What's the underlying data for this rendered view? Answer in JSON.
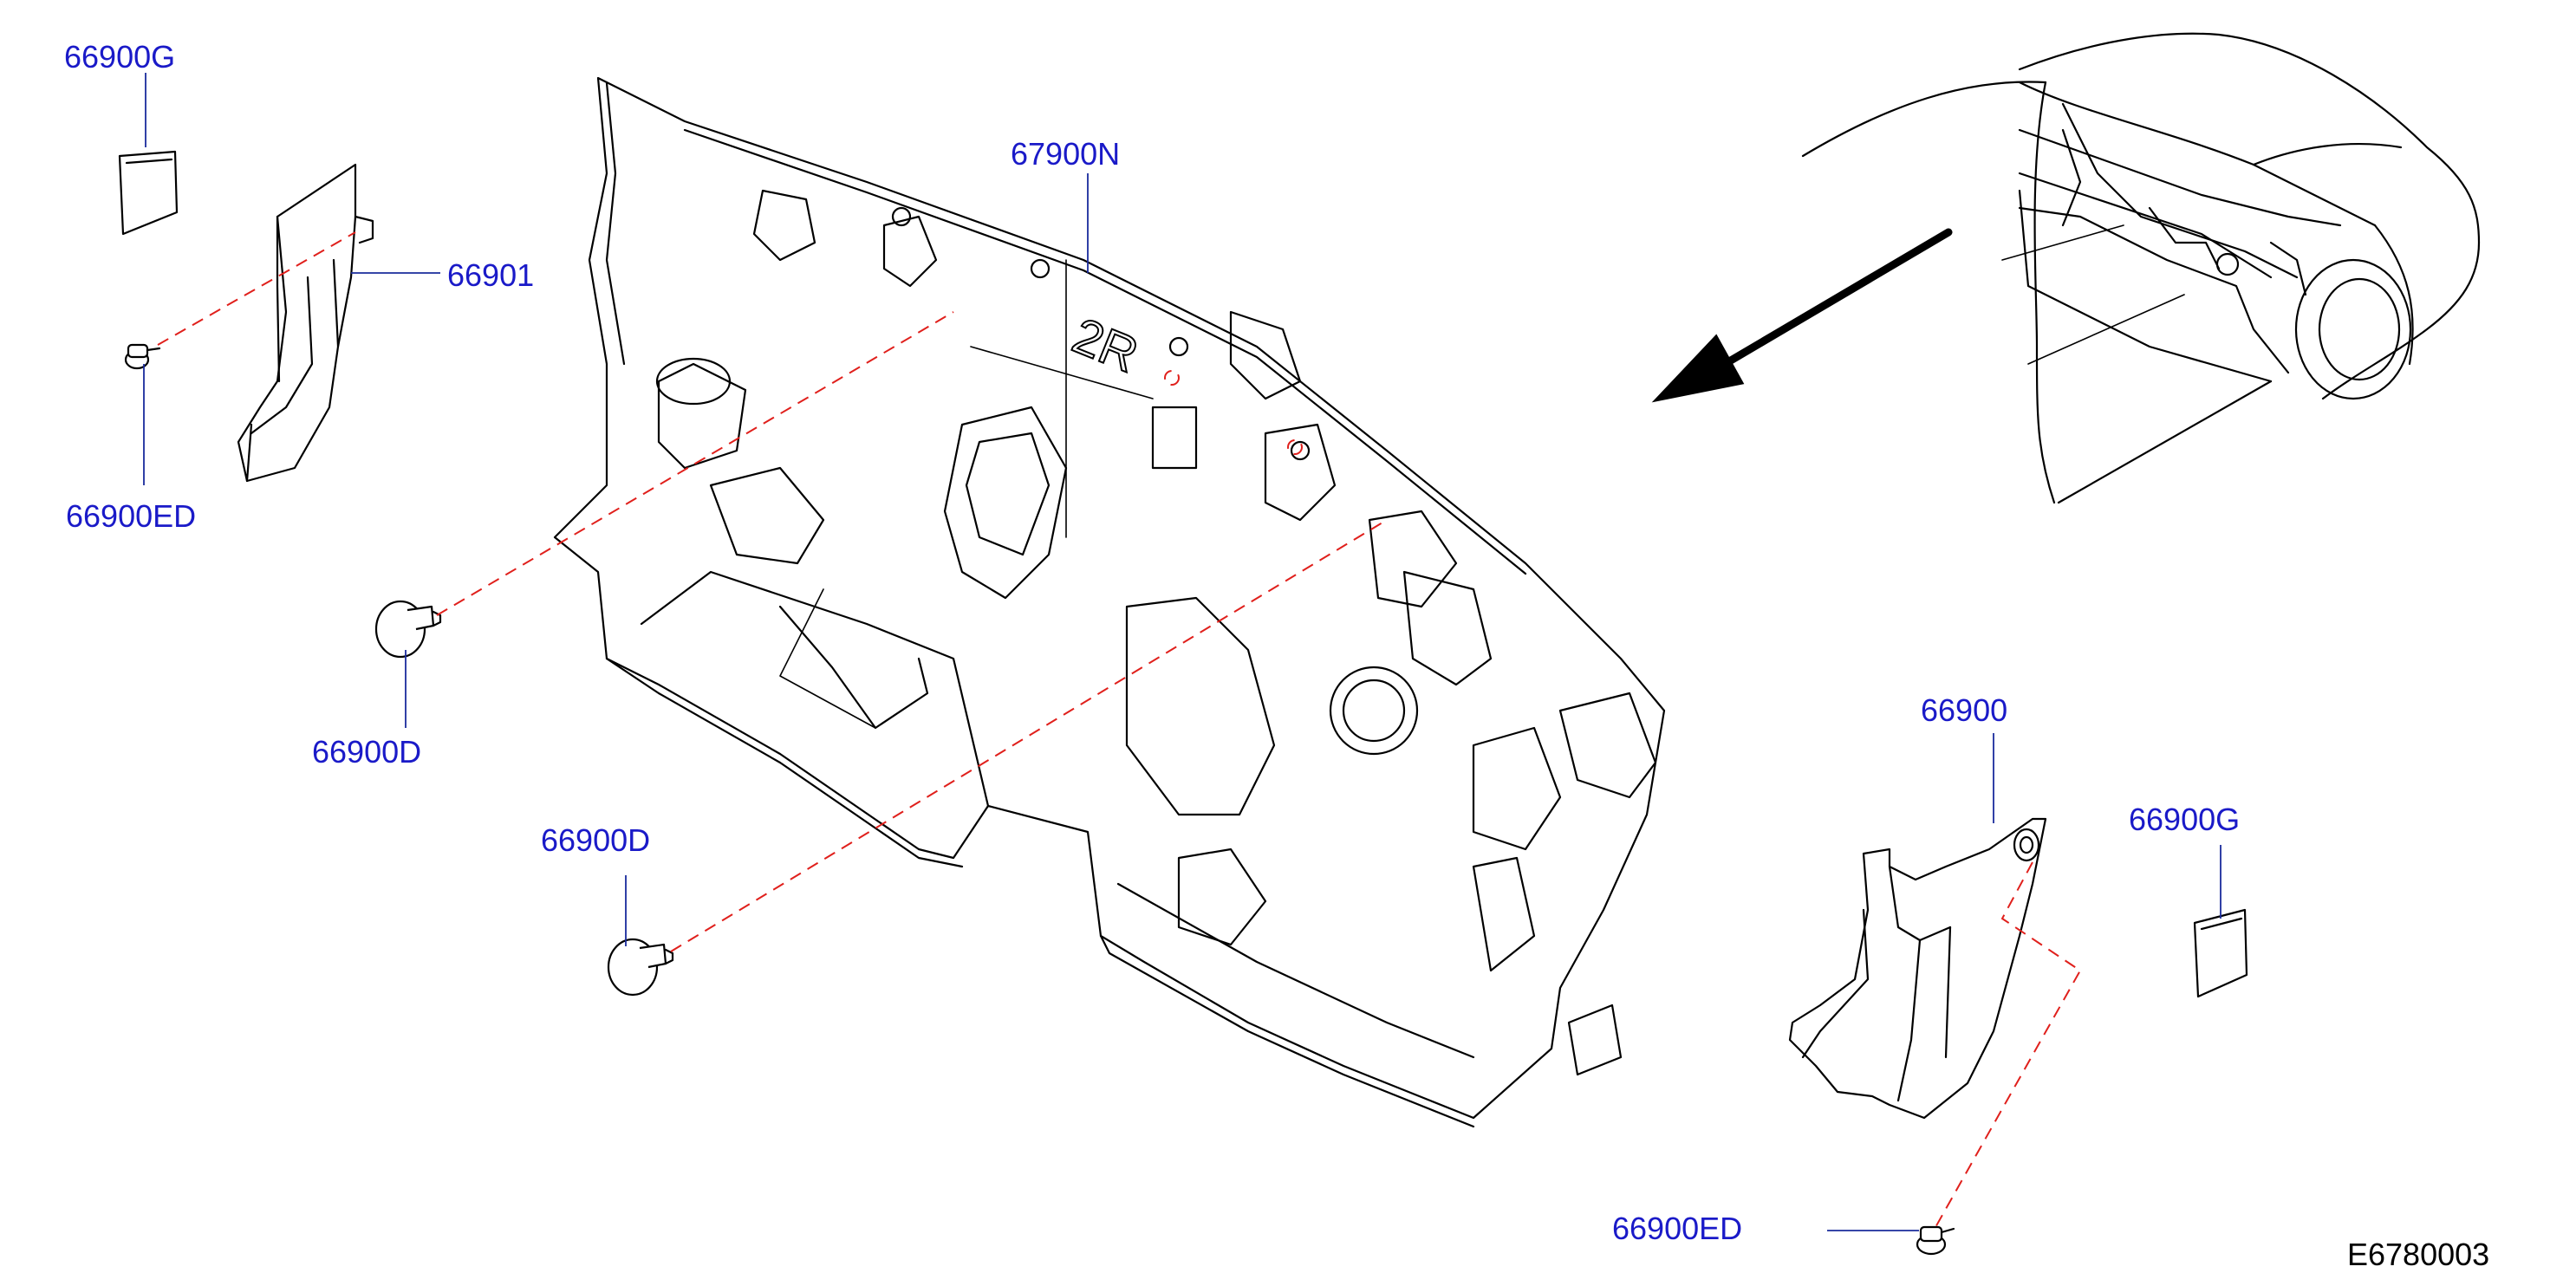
{
  "colors": {
    "callout_text": "#1a1ac8",
    "leader_line": "#1a2b9c",
    "dashed_guide": "#e0201c",
    "outline": "#000000"
  },
  "callouts": {
    "insulator_left": "66901",
    "pad_left": "66900G",
    "clip_left": "66900ED",
    "dash_insulator": "67900N",
    "clip_d_upper": "66900D",
    "clip_d_lower": "66900D",
    "insulator_right": "66900",
    "pad_right": "66900G",
    "clip_right": "66900ED"
  },
  "stamp": "2R",
  "drawing_code": "E6780003",
  "icons": {
    "direction": "arrow-icon",
    "vehicle": "car-icon"
  }
}
